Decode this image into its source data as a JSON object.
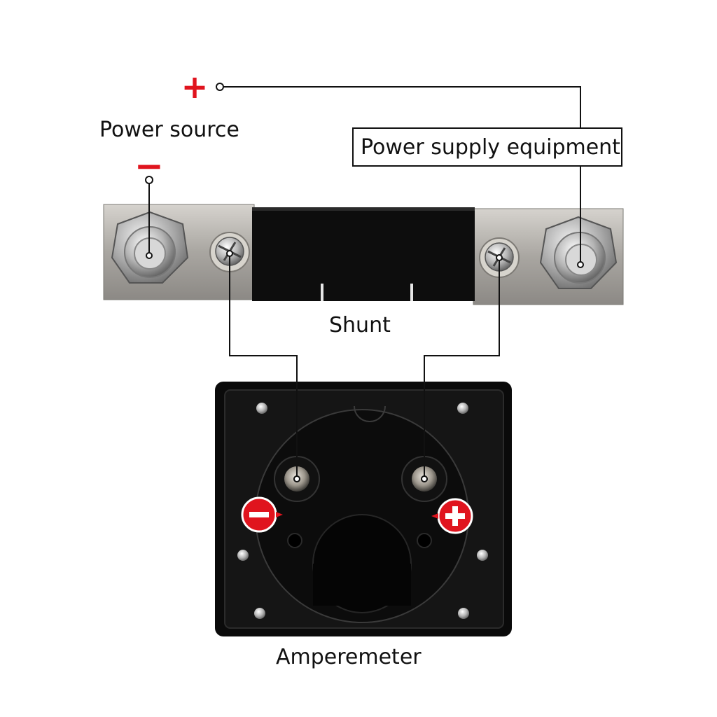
{
  "labels": {
    "power_source": "Power source",
    "power_supply_equipment": "Power supply equipment",
    "shunt": "Shunt",
    "amperemeter": "Amperemeter"
  },
  "symbols": {
    "positive": "+",
    "negative": "−"
  },
  "colors": {
    "background": "#ffffff",
    "wire": "#111111",
    "polarity_red": "#e0141e",
    "shunt_metal": "#b8b5b0",
    "shunt_core": "#0d0d0d",
    "meter_body": "#0a0a0a"
  }
}
